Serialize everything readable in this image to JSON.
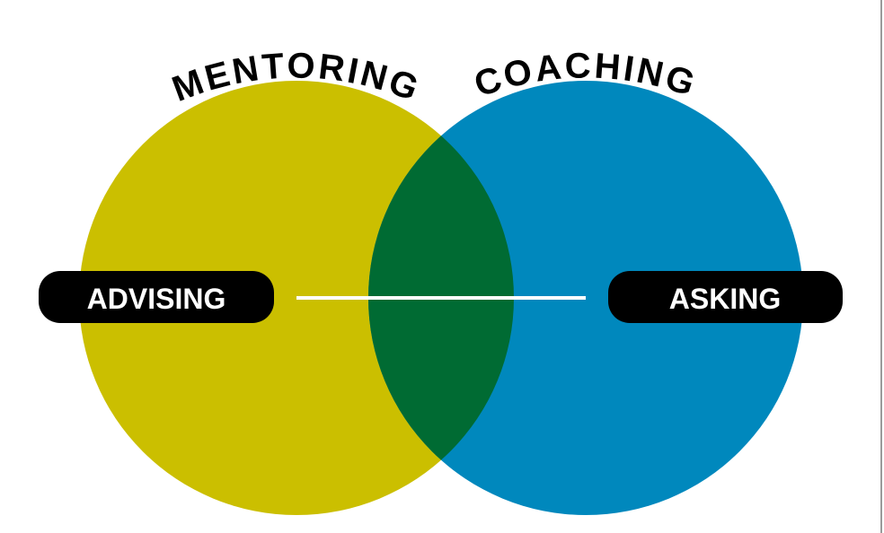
{
  "diagram": {
    "left_circle": {
      "title": "MENTORING",
      "color": "#cbbf00"
    },
    "right_circle": {
      "title": "COACHING",
      "color": "#0088bd"
    },
    "overlap_color": "#006b33",
    "left_pill": {
      "label": "ADVISING"
    },
    "right_pill": {
      "label": "ASKING"
    }
  }
}
